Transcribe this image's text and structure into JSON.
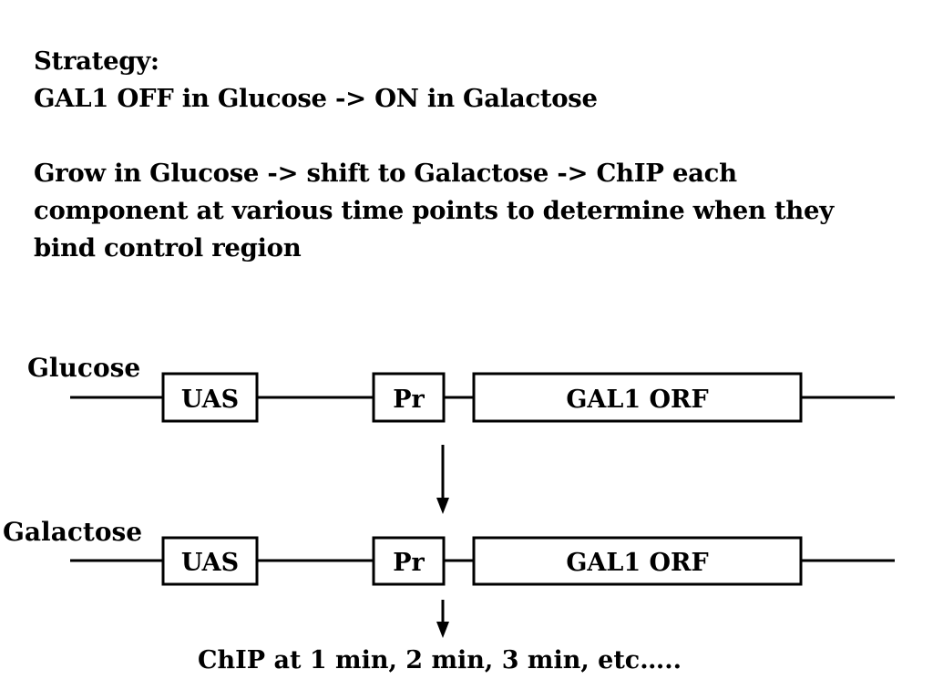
{
  "strategy": {
    "heading": "Strategy:",
    "line1": "GAL1 OFF in Glucose -> ON in Galactose",
    "line2": "Grow in Glucose -> shift to Galactose -> ChIP each",
    "line3": "component at various time points to determine when they",
    "line4": "bind control region"
  },
  "diagram": {
    "rows": [
      {
        "condition": "Glucose",
        "elements": {
          "uas": "UAS",
          "promoter": "Pr",
          "orf": "GAL1 ORF"
        }
      },
      {
        "condition": "Galactose",
        "elements": {
          "uas": "UAS",
          "promoter": "Pr",
          "orf": "GAL1 ORF"
        }
      }
    ],
    "chip_caption": "ChIP at 1 min, 2 min, 3 min, etc….."
  }
}
